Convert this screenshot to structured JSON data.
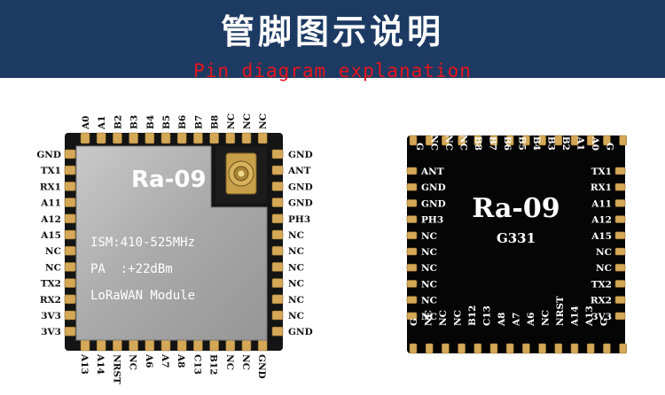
{
  "header": {
    "title_cn": "管脚图示说明",
    "title_en": "Pin diagram explanation",
    "colors": {
      "banner": "#1d3a63",
      "subtitle": "#e8141b"
    }
  },
  "top_module": {
    "model": "Ra-09",
    "spec_lines": [
      "ISM:410-525MHz",
      "PA  :+22dBm",
      "LoRaWAN Module"
    ],
    "antenna_icon": "ipex-connector-icon",
    "pins_left": [
      "GND",
      "TX1",
      "RX1",
      "A11",
      "A12",
      "A15",
      "NC",
      "NC",
      "TX2",
      "RX2",
      "3V3",
      "3V3"
    ],
    "pins_right": [
      "GND",
      "ANT",
      "GND",
      "GND",
      "PH3",
      "NC",
      "NC",
      "NC",
      "NC",
      "NC",
      "NC",
      "GND"
    ],
    "pins_top": [
      "A0",
      "A1",
      "B2",
      "B3",
      "B4",
      "B5",
      "B6",
      "B7",
      "B8",
      "NC",
      "NC",
      "NC"
    ],
    "pins_bottom": [
      "A13",
      "A14",
      "NRST",
      "NC",
      "A6",
      "A7",
      "A8",
      "C13",
      "B12",
      "NC",
      "NC",
      "GND"
    ]
  },
  "bottom_module": {
    "model": "Ra-09",
    "code": "G331",
    "pins_left": [
      "ANT",
      "GND",
      "GND",
      "PH3",
      "NC",
      "NC",
      "NC",
      "NC",
      "NC",
      "NC"
    ],
    "pins_right": [
      "TX1",
      "RX1",
      "A11",
      "A12",
      "A15",
      "NC",
      "NC",
      "TX2",
      "RX2",
      "3V3"
    ],
    "pins_top": [
      "G",
      "NC",
      "NC",
      "NC",
      "B8",
      "B7",
      "B6",
      "B5",
      "B4",
      "B3",
      "B2",
      "A1",
      "A0",
      "G"
    ],
    "pins_bottom": [
      "G",
      "NC",
      "NC",
      "NC",
      "B12",
      "C13",
      "A8",
      "A7",
      "A6",
      "NC",
      "NRST",
      "A14",
      "A13",
      "G"
    ]
  }
}
